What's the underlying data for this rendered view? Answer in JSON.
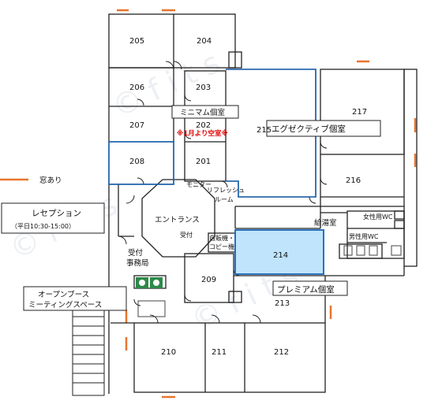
{
  "rooms": {
    "r205": "205",
    "r204": "204",
    "r206": "206",
    "r203": "203",
    "r207": "207",
    "r202": "202",
    "r208": "208",
    "r201": "201",
    "r215": "215",
    "r217": "217",
    "r216": "216",
    "r214": "214",
    "r209": "209",
    "r213": "213",
    "r210": "210",
    "r211": "211",
    "r212": "212"
  },
  "labels": {
    "minimum": "ミニマム個室",
    "vacancy_notice": "※1月より空室※",
    "executive": "エグゼクティブ個室",
    "window": "窓あり",
    "reception_title": "レセプション",
    "reception_hours": "（平日10:30-15:00）",
    "monitor": "モニター",
    "refresh1": "リフレッシュ",
    "refresh2": "ルーム",
    "entrance": "エントランス",
    "uketsuke": "受付",
    "vending1": "自販機・",
    "vending2": "コピー機",
    "office1": "受付",
    "office2": "事務局",
    "premium": "プレミアム個室",
    "open1": "オープンブース",
    "open2": "ミーティングスペース",
    "kitchen": "給湯室",
    "women_wc": "女性用WC",
    "men_wc": "男性用WC"
  },
  "colors": {
    "wall": "#222222",
    "window": "#e8742c",
    "highlight_fill": "#bfe4fb",
    "highlight_stroke": "#1a64b4",
    "notice": "#e00000"
  }
}
